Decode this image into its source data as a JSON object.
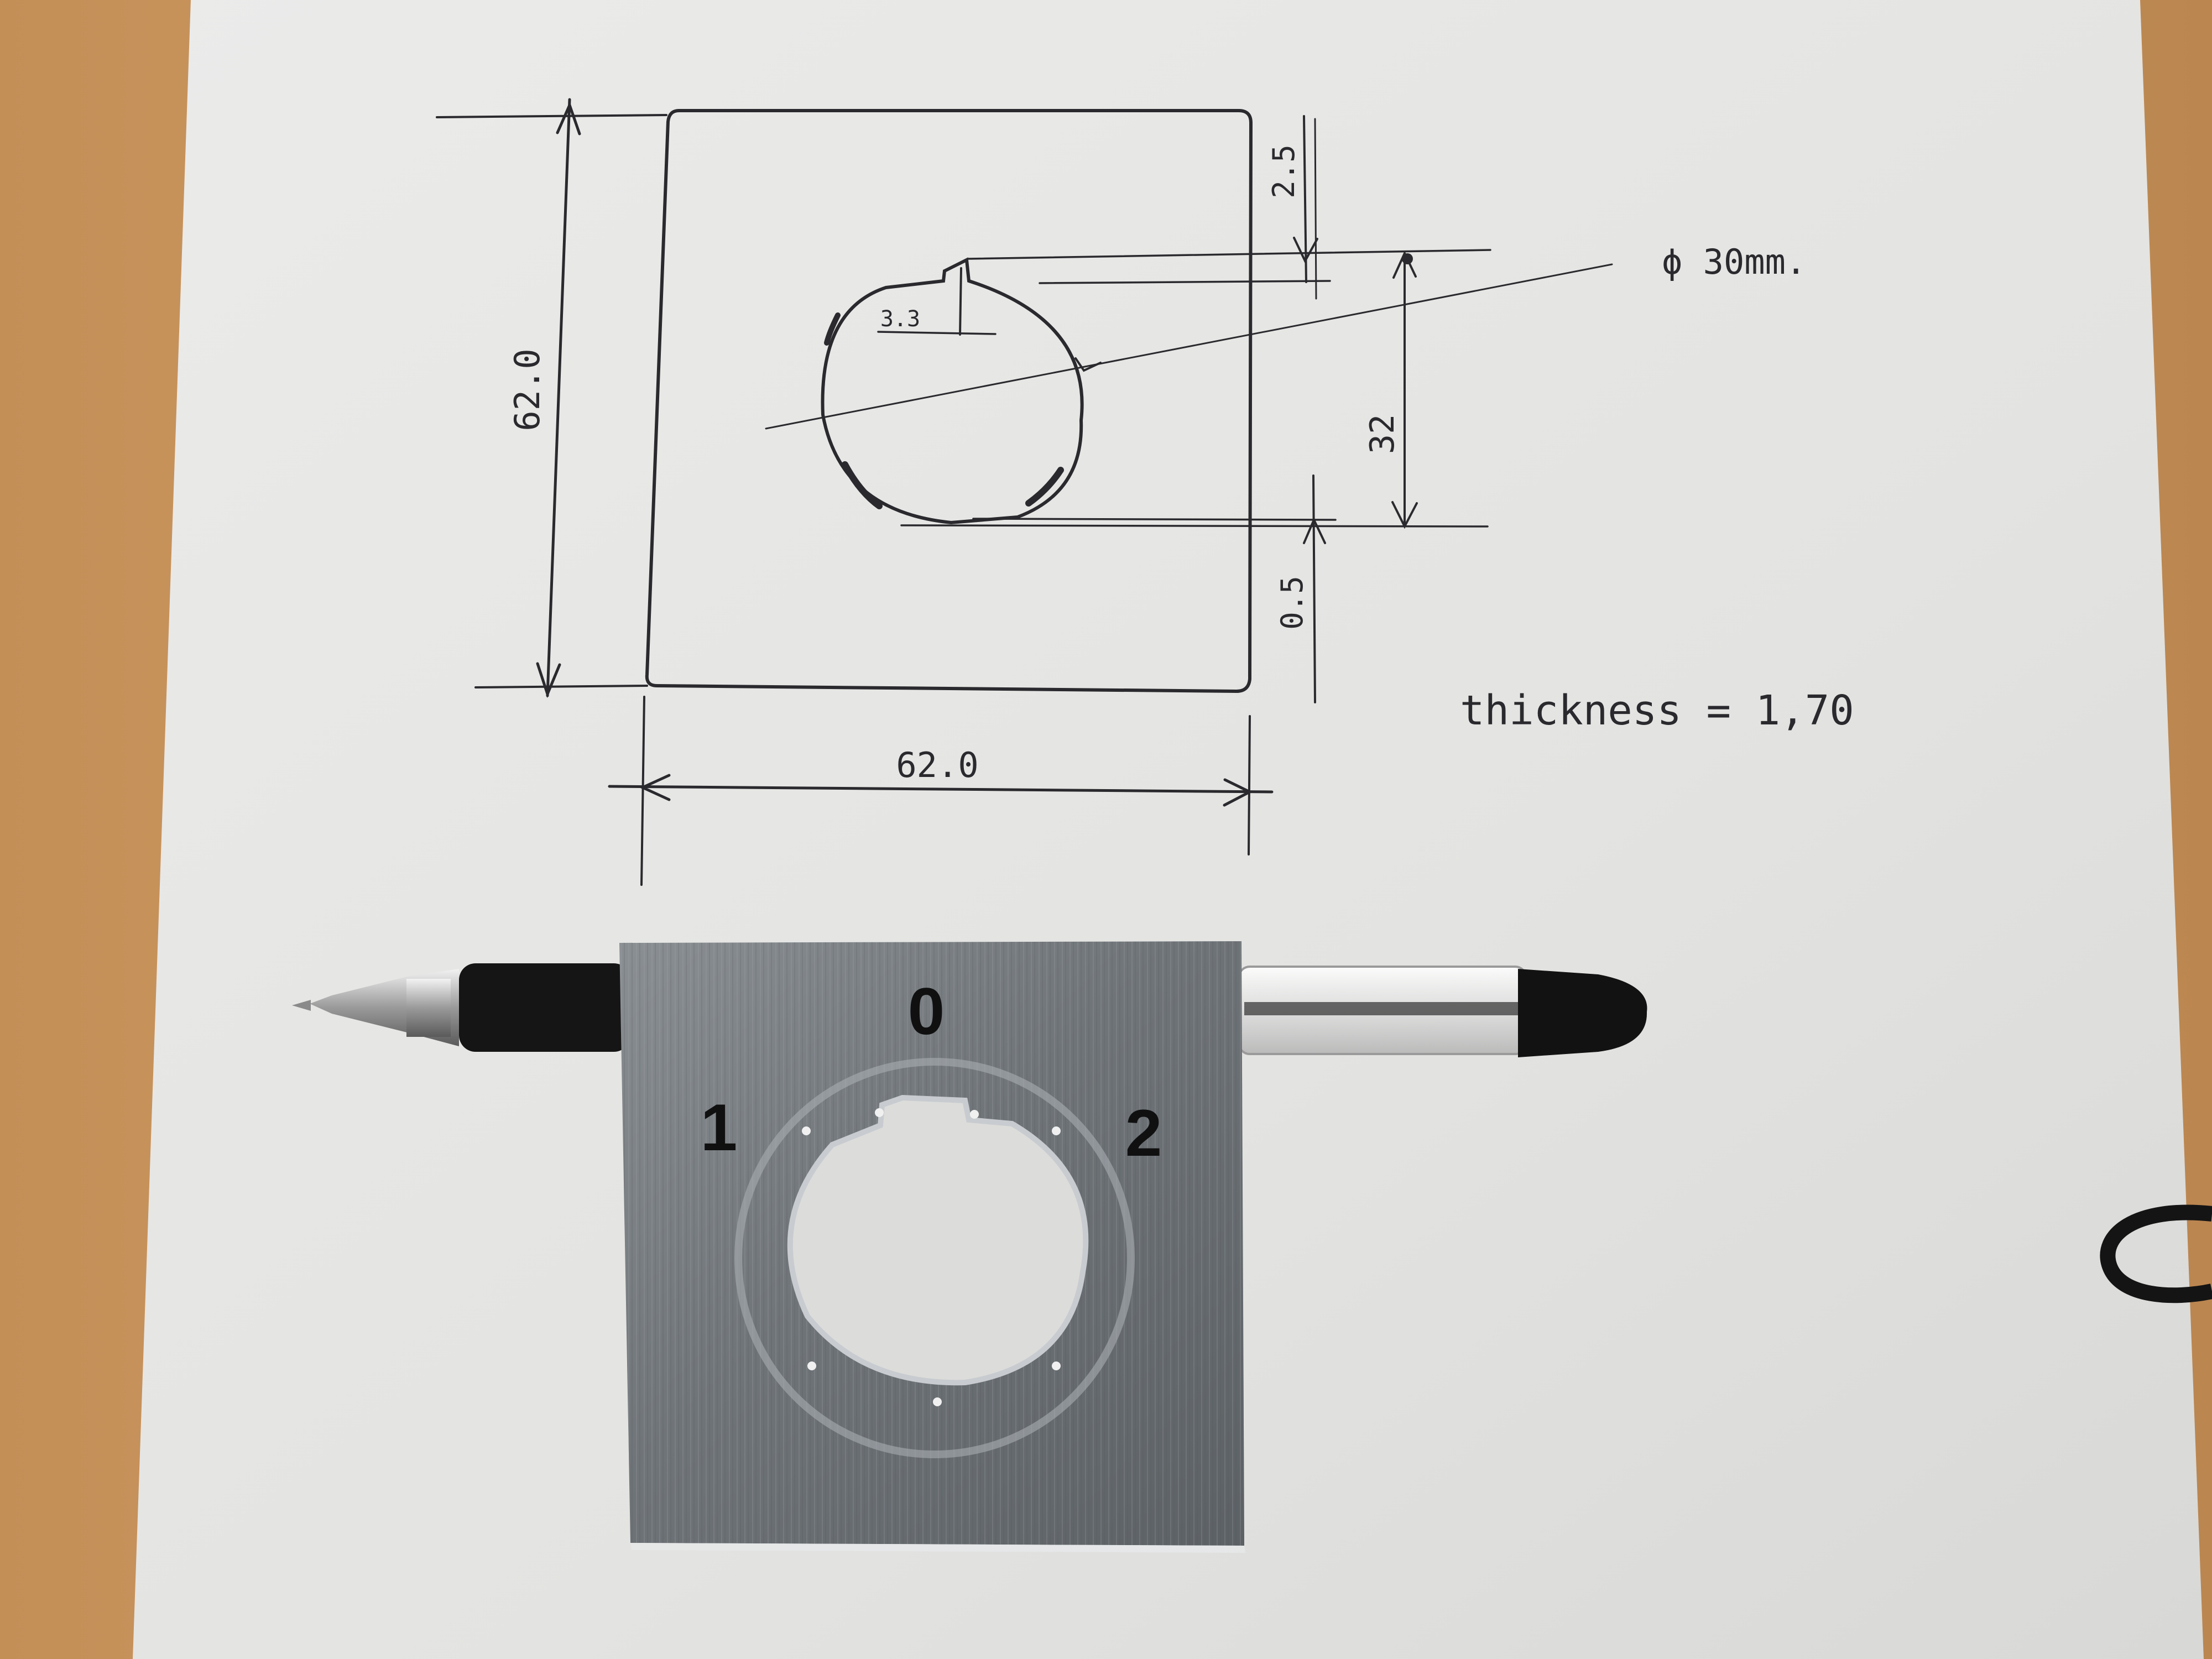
{
  "sketch": {
    "dim_height": "62.0",
    "dim_width": "62.0",
    "dim_top_gap": "2.5",
    "dim_key_width": "3.3",
    "dim_center": "32",
    "dim_bottom_gap": "0.5",
    "dim_diameter": "ϕ 30mm.",
    "thickness_note": "thickness = 1,70"
  },
  "plate": {
    "label_left": "1",
    "label_top": "0",
    "label_right": "2"
  },
  "colors": {
    "table_wood": "#c99862",
    "paper": "#e4e4e2",
    "ink": "#2a2a2e",
    "plate_metal": "#7e8387",
    "pen_black": "#111111"
  }
}
